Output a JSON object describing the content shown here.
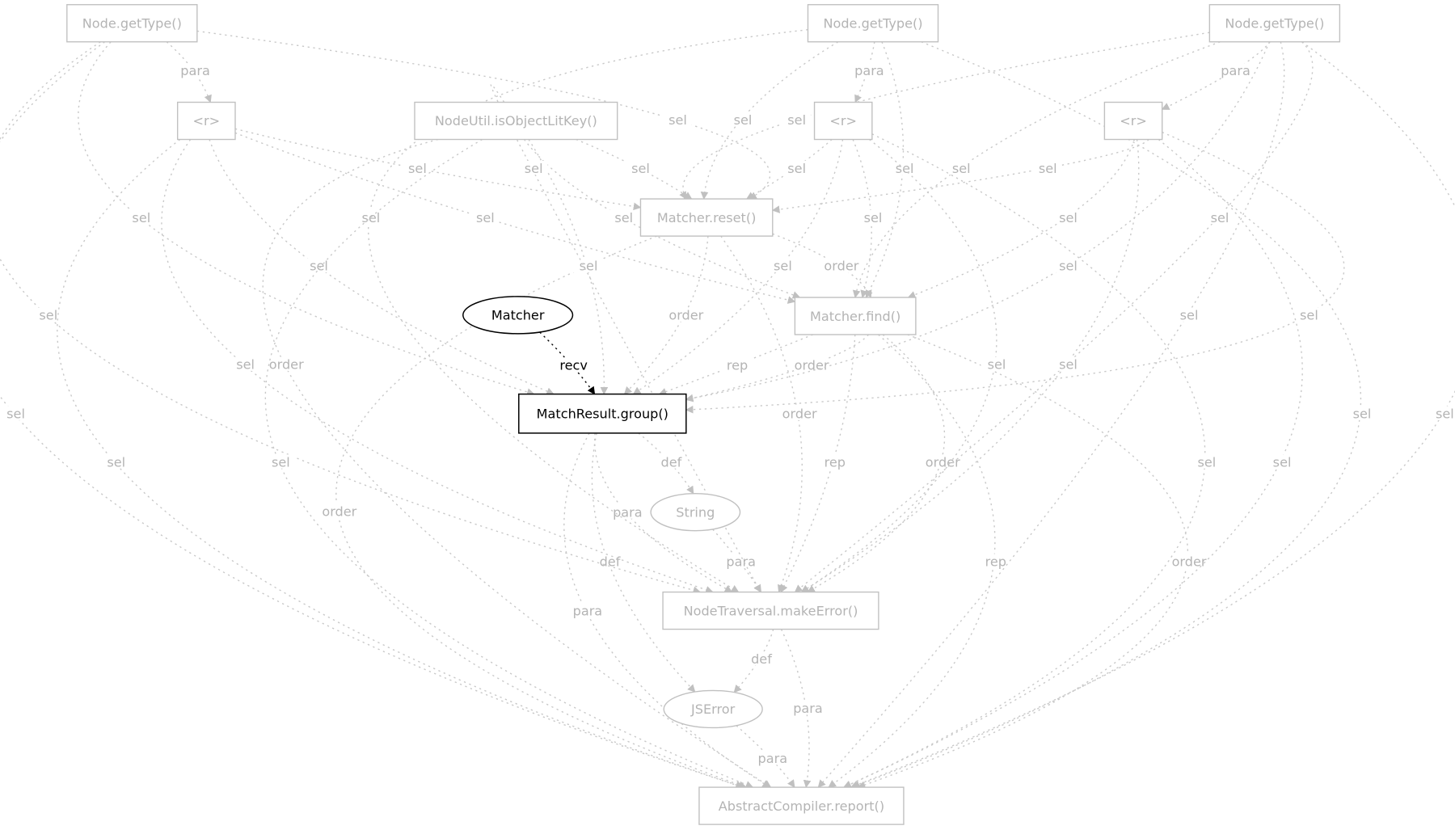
{
  "nodes": [
    {
      "id": "N1",
      "label": "Node.getType()",
      "active": false
    },
    {
      "id": "N2",
      "label": "Node.getType()",
      "active": false
    },
    {
      "id": "N3",
      "label": "Node.getType()",
      "active": false
    },
    {
      "id": "R1",
      "label": "<r>",
      "active": false
    },
    {
      "id": "NU",
      "label": "NodeUtil.isObjectLitKey()",
      "active": false
    },
    {
      "id": "R2",
      "label": "<r>",
      "active": false
    },
    {
      "id": "R3",
      "label": "<r>",
      "active": false
    },
    {
      "id": "MR",
      "label": "Matcher.reset()",
      "active": false
    },
    {
      "id": "MF",
      "label": "Matcher.find()",
      "active": false
    },
    {
      "id": "M",
      "label": "Matcher",
      "active": true
    },
    {
      "id": "MG",
      "label": "MatchResult.group()",
      "active": true
    },
    {
      "id": "S",
      "label": "String",
      "active": false
    },
    {
      "id": "NT",
      "label": "NodeTraversal.makeError()",
      "active": false
    },
    {
      "id": "JE",
      "label": "JSError",
      "active": false
    },
    {
      "id": "AC",
      "label": "AbstractCompiler.report()",
      "active": false
    }
  ],
  "edges": [
    {
      "from": "N1",
      "to": "R1",
      "label": "para"
    },
    {
      "from": "N2",
      "to": "R2",
      "label": "para"
    },
    {
      "from": "N3",
      "to": "R3",
      "label": "para"
    },
    {
      "from": "M",
      "to": "MG",
      "label": "recv",
      "active": true
    },
    {
      "from": "MG",
      "to": "S",
      "label": "def"
    },
    {
      "from": "MG",
      "to": "NT",
      "label": "para"
    },
    {
      "from": "MG",
      "to": "JE",
      "label": "def"
    },
    {
      "from": "MG",
      "to": "AC",
      "label": "para"
    },
    {
      "from": "S",
      "to": "NT",
      "label": "para"
    },
    {
      "from": "NT",
      "to": "JE",
      "label": "def"
    },
    {
      "from": "NT",
      "to": "AC",
      "label": "para"
    },
    {
      "from": "JE",
      "to": "AC",
      "label": "para"
    },
    {
      "from": "MR",
      "to": "MG",
      "label": "order"
    },
    {
      "from": "MR",
      "to": "NT",
      "label": "order"
    },
    {
      "from": "MR",
      "to": "MF",
      "label": "order"
    },
    {
      "from": "MR",
      "to": "AC",
      "label": "order"
    },
    {
      "from": "MF",
      "to": "MG",
      "label": "rep"
    },
    {
      "from": "MF",
      "to": "MG",
      "label": "order"
    },
    {
      "from": "MF",
      "to": "NT",
      "label": "rep"
    },
    {
      "from": "MF",
      "to": "NT",
      "label": "order"
    },
    {
      "from": "MF",
      "to": "AC",
      "label": "rep"
    },
    {
      "from": "MF",
      "to": "AC",
      "label": "order"
    },
    {
      "from": "NU",
      "to": "MR",
      "label": "sel"
    },
    {
      "from": "NU",
      "to": "MF",
      "label": "sel"
    },
    {
      "from": "NU",
      "to": "MG",
      "label": "sel"
    },
    {
      "from": "NU",
      "to": "AC",
      "label": "order"
    },
    {
      "from": "NU",
      "to": "NT",
      "label": "sel"
    },
    {
      "from": "N1",
      "to": "MR",
      "label": "sel"
    },
    {
      "from": "N2",
      "to": "MR",
      "label": "sel"
    },
    {
      "from": "N3",
      "to": "MR",
      "label": "sel"
    },
    {
      "from": "R1",
      "to": "MR",
      "label": "sel"
    },
    {
      "from": "R2",
      "to": "MR",
      "label": "sel"
    },
    {
      "from": "N2",
      "to": "MF",
      "label": "sel"
    },
    {
      "from": "N3",
      "to": "MF",
      "label": "sel"
    },
    {
      "from": "R3",
      "to": "MR",
      "label": "sel"
    },
    {
      "from": "N1",
      "to": "MG",
      "label": "sel"
    },
    {
      "from": "N2",
      "to": "NT",
      "label": "sel"
    },
    {
      "from": "R1",
      "to": "MF",
      "label": "sel"
    },
    {
      "from": "R2",
      "to": "MF",
      "label": "sel"
    },
    {
      "from": "R3",
      "to": "MF",
      "label": "sel"
    },
    {
      "from": "N3",
      "to": "NT",
      "label": "sel"
    },
    {
      "from": "R1",
      "to": "MG",
      "label": "sel"
    },
    {
      "from": "R2",
      "to": "MG",
      "label": "sel"
    },
    {
      "from": "N3",
      "to": "MG",
      "label": "sel"
    },
    {
      "from": "N1",
      "to": "NT",
      "label": "sel"
    },
    {
      "from": "R3",
      "to": "MG",
      "label": "sel"
    },
    {
      "from": "N3",
      "to": "AC",
      "label": "sel"
    },
    {
      "from": "R1",
      "to": "NT",
      "label": "sel"
    },
    {
      "from": "R2",
      "to": "NT",
      "label": "sel"
    },
    {
      "from": "R3",
      "to": "NT",
      "label": "sel"
    },
    {
      "from": "N1",
      "to": "AC",
      "label": "sel"
    },
    {
      "from": "N2",
      "to": "AC",
      "label": "sel"
    },
    {
      "from": "N3",
      "to": "AC",
      "label": "sel"
    },
    {
      "from": "R1",
      "to": "AC",
      "label": "sel"
    },
    {
      "from": "NU",
      "to": "AC",
      "label": "sel"
    },
    {
      "from": "R2",
      "to": "AC",
      "label": "sel"
    },
    {
      "from": "R3",
      "to": "AC",
      "label": "sel"
    }
  ],
  "colors": {
    "inactive": "#c0c0c0",
    "active": "#000000"
  }
}
